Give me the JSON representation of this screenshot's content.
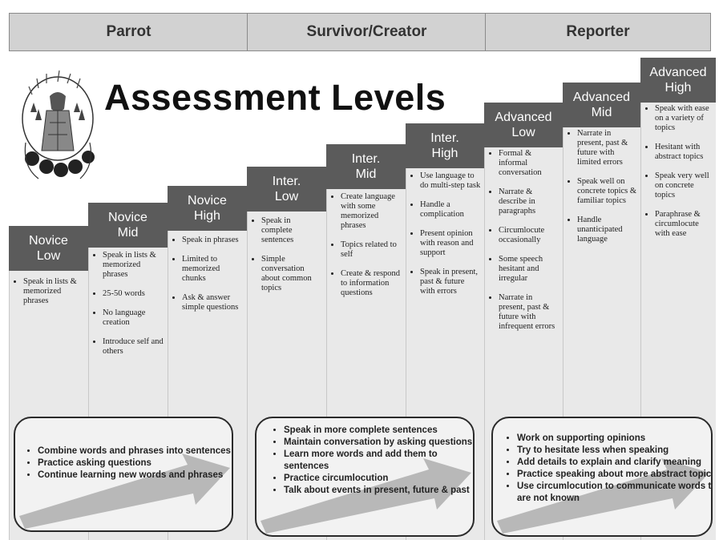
{
  "header": {
    "parrot": "Parrot",
    "survivor": "Survivor/Creator",
    "reporter": "Reporter"
  },
  "title": "Assessment Levels",
  "levels": [
    {
      "line1": "Novice",
      "line2": "Low",
      "items": [
        "Speak in lists & memorized phrases"
      ]
    },
    {
      "line1": "Novice",
      "line2": "Mid",
      "items": [
        "Speak in lists & memorized phrases",
        "25-50 words",
        "No language creation",
        "Introduce self and others"
      ]
    },
    {
      "line1": "Novice",
      "line2": "High",
      "items": [
        "Speak in phrases",
        "Limited to memorized chunks",
        "Ask & answer simple questions"
      ]
    },
    {
      "line1": "Inter.",
      "line2": "Low",
      "items": [
        "Speak in complete sentences",
        "Simple conversation about common topics"
      ]
    },
    {
      "line1": "Inter.",
      "line2": "Mid",
      "items": [
        "Create language with some memorized phrases",
        "Topics related to self",
        "Create & respond to information questions"
      ]
    },
    {
      "line1": "Inter.",
      "line2": "High",
      "items": [
        "Use language to do multi-step task",
        "Handle a complication",
        "Present opinion with reason and support",
        "Speak in present, past & future with errors"
      ]
    },
    {
      "line1": "Advanced",
      "line2": "Low",
      "items": [
        "Formal & informal conversation",
        "Narrate & describe in paragraphs",
        "Circumlocute occasionally",
        "Some speech hesitant and irregular",
        "Narrate in present, past & future with infrequent errors"
      ]
    },
    {
      "line1": "Advanced",
      "line2": "Mid",
      "items": [
        "Narrate in present, past & future with limited errors",
        "Speak well on concrete topics & familiar topics",
        "Handle unanticipated language"
      ]
    },
    {
      "line1": "Advanced",
      "line2": "High",
      "items": [
        "Speak with ease on a variety of topics",
        "Hesitant with abstract topics",
        "Speak very well on concrete topics",
        "Paraphrase & circumlocute with ease"
      ]
    }
  ],
  "tips": [
    {
      "items": [
        "Combine words and phrases into sentences",
        "Practice asking questions",
        "Continue learning new words and phrases"
      ]
    },
    {
      "items": [
        "Speak in more complete sentences",
        "Maintain conversation by asking questions",
        "Learn more words and add them to sentences",
        "Practice circumlocution",
        "Talk about events in present, future & past"
      ]
    },
    {
      "items": [
        "Work on supporting opinions",
        "Try to hesitate less when speaking",
        "Add details to explain and clarify meaning",
        "Practice speaking about more abstract topics",
        "Use circumlocution to communicate words that are not known"
      ]
    }
  ],
  "colors": {
    "level_head": "#5b5b5b",
    "level_body": "#e9e9e9",
    "header_bg": "#d2d2d2",
    "arrow": "#b8b8b8"
  },
  "icons": {
    "logo": "native-figure-tree-emblem"
  }
}
